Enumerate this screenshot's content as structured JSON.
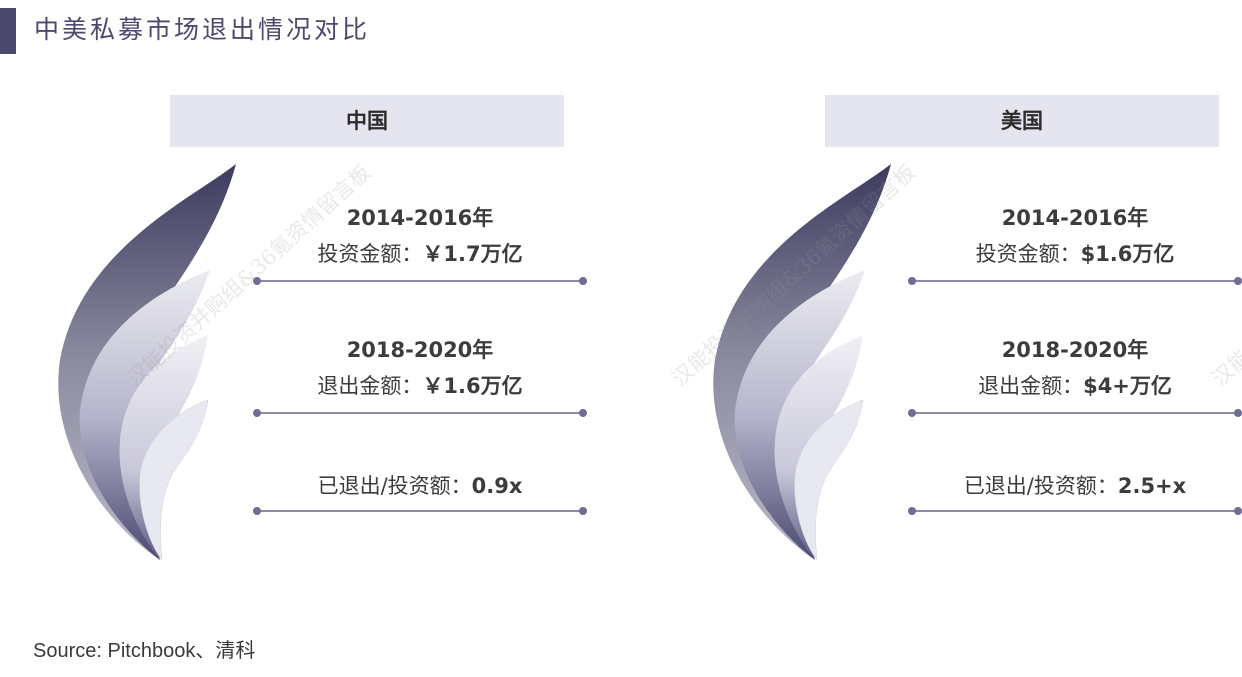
{
  "page": {
    "title": "中美私募市场退出情况对比",
    "source": "Source: Pitchbook、清科",
    "watermark": "汉能投资并购组&36氪资情留言板"
  },
  "colors": {
    "accent": "#4b4a6e",
    "header_bg": "#e5e5ef",
    "rule": "#8a89aa"
  },
  "panels": [
    {
      "header": "中国",
      "invest_period": "2014-2016年",
      "invest_label": "投资金额：",
      "invest_value": "￥1.7万亿",
      "exit_period": "2018-2020年",
      "exit_label": "退出金额：",
      "exit_value": "￥1.6万亿",
      "ratio_label": "已退出/投资额：",
      "ratio_value": "0.9x"
    },
    {
      "header": "美国",
      "invest_period": "2014-2016年",
      "invest_label": "投资金额：",
      "invest_value": "$1.6万亿",
      "exit_period": "2018-2020年",
      "exit_label": "退出金额：",
      "exit_value": "$4+万亿",
      "ratio_label": "已退出/投资额：",
      "ratio_value": "2.5+x"
    }
  ]
}
